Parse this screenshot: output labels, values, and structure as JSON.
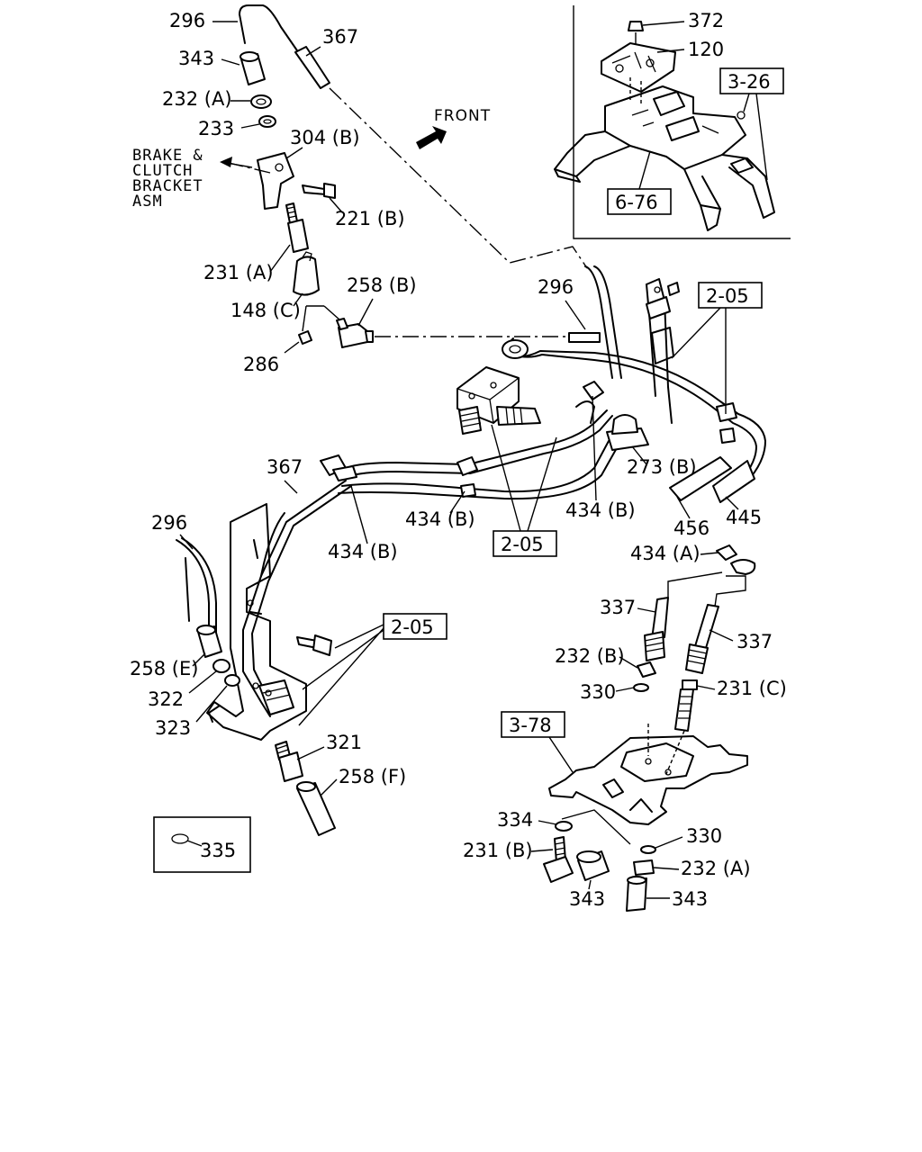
{
  "labels": {
    "l296a": "296",
    "l367a": "367",
    "l343a": "343",
    "l232Aa": "232 (A)",
    "l233": "233",
    "l304B": "304 (B)",
    "l221B": "221 (B)",
    "l231A": "231 (A)",
    "l148C": "148 (C)",
    "l258B": "258 (B)",
    "l286": "286",
    "l296b": "296",
    "l273B": "273 (B)",
    "l434Ba": "434 (B)",
    "l434Bb": "434 (B)",
    "l434Bc": "434 (B)",
    "l456": "456",
    "l445": "445",
    "l367b": "367",
    "l296c": "296",
    "l434A": "434 (A)",
    "l337a": "337",
    "l337b": "337",
    "l232B": "232 (B)",
    "l330a": "330",
    "l231C": "231 (C)",
    "l258E": "258 (E)",
    "l322": "322",
    "l323": "323",
    "l321": "321",
    "l258F": "258 (F)",
    "l335": "335",
    "l334": "334",
    "l231B": "231 (B)",
    "l330b": "330",
    "l232Ab": "232 (A)",
    "l343b": "343",
    "l343c": "343",
    "l372": "372",
    "l120": "120"
  },
  "refs": {
    "r326": "3-26",
    "r676": "6-76",
    "r205a": "2-05",
    "r205b": "2-05",
    "r205c": "2-05",
    "r378": "3-78"
  },
  "front_label": "FRONT",
  "assembly_label": [
    "BRAKE &",
    "CLUTCH",
    "BRACKET",
    "ASM"
  ]
}
